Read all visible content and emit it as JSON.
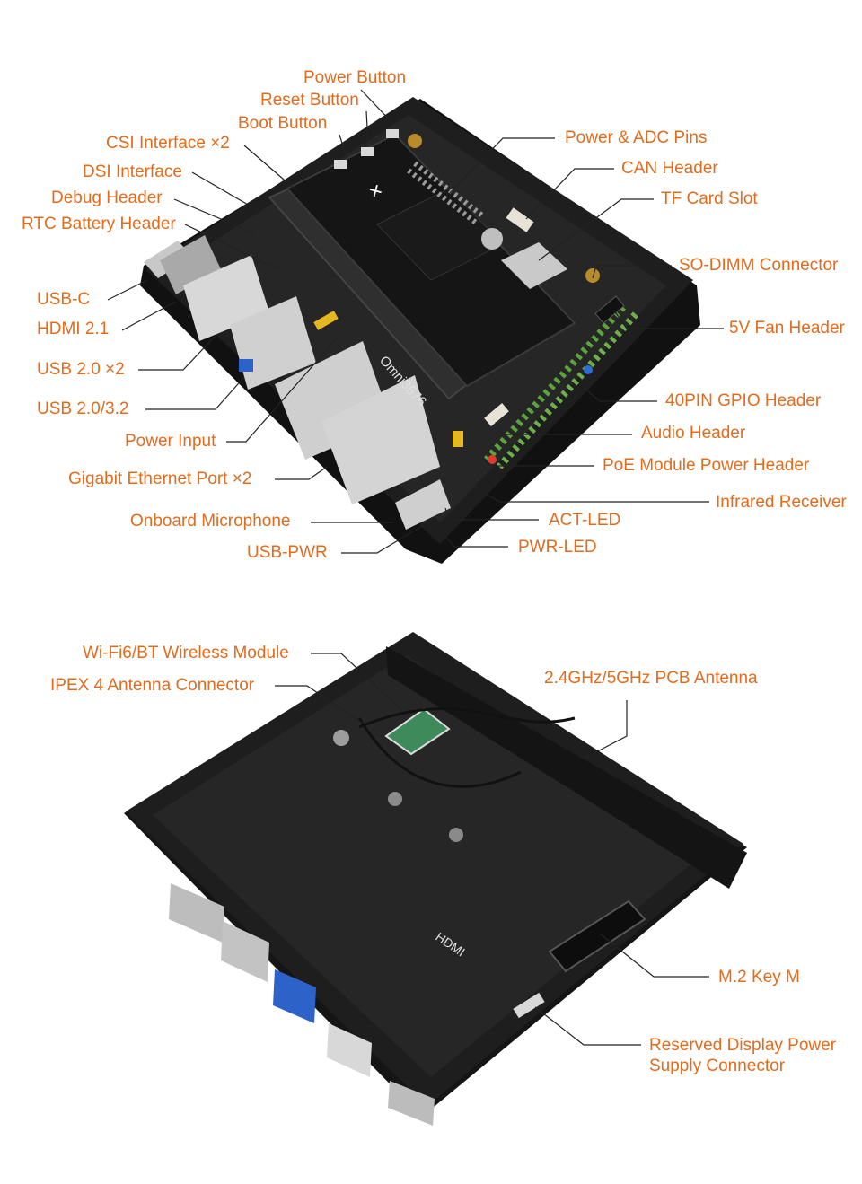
{
  "colors": {
    "label": "#e36b1c",
    "leader": "#222222",
    "case": "#1c1c1c",
    "pcb": "#232323",
    "accent_green": "#4caf50"
  },
  "top_view": {
    "board_silkscreen": "Omni3576",
    "labels": {
      "power_button": "Power Button",
      "reset_button": "Reset Button",
      "boot_button": "Boot Button",
      "csi_interface": "CSI Interface ×2",
      "dsi_interface": "DSI Interface",
      "debug_header": "Debug Header",
      "rtc_battery_header": "RTC Battery Header",
      "usb_c": "USB-C",
      "hdmi": "HDMI 2.1",
      "usb20x2": "USB 2.0 ×2",
      "usb2032": "USB 2.0/3.2",
      "power_input": "Power Input",
      "gigabit_ethernet": "Gigabit Ethernet Port ×2",
      "onboard_microphone": "Onboard Microphone",
      "usb_pwr": "USB-PWR",
      "power_adc_pins": "Power & ADC Pins",
      "can_header": "CAN Header",
      "tf_card_slot": "TF Card Slot",
      "so_dimm_connector": "SO-DIMM Connector",
      "fan_header": "5V Fan Header",
      "gpio_header": "40PIN GPIO Header",
      "audio_header": "Audio Header",
      "poe_header": "PoE Module Power Header",
      "infrared_receiver": "Infrared Receiver",
      "act_led": "ACT-LED",
      "pwr_led": "PWR-LED"
    }
  },
  "bottom_view": {
    "labels": {
      "wifi_module": "Wi-Fi6/BT Wireless Module",
      "ipex_connector": "IPEX 4 Antenna Connector",
      "pcb_antenna": "2.4GHz/5GHz PCB Antenna",
      "m2_key_m": "M.2 Key M",
      "display_power_line1": "Reserved Display Power",
      "display_power_line2": "Supply Connector"
    }
  }
}
